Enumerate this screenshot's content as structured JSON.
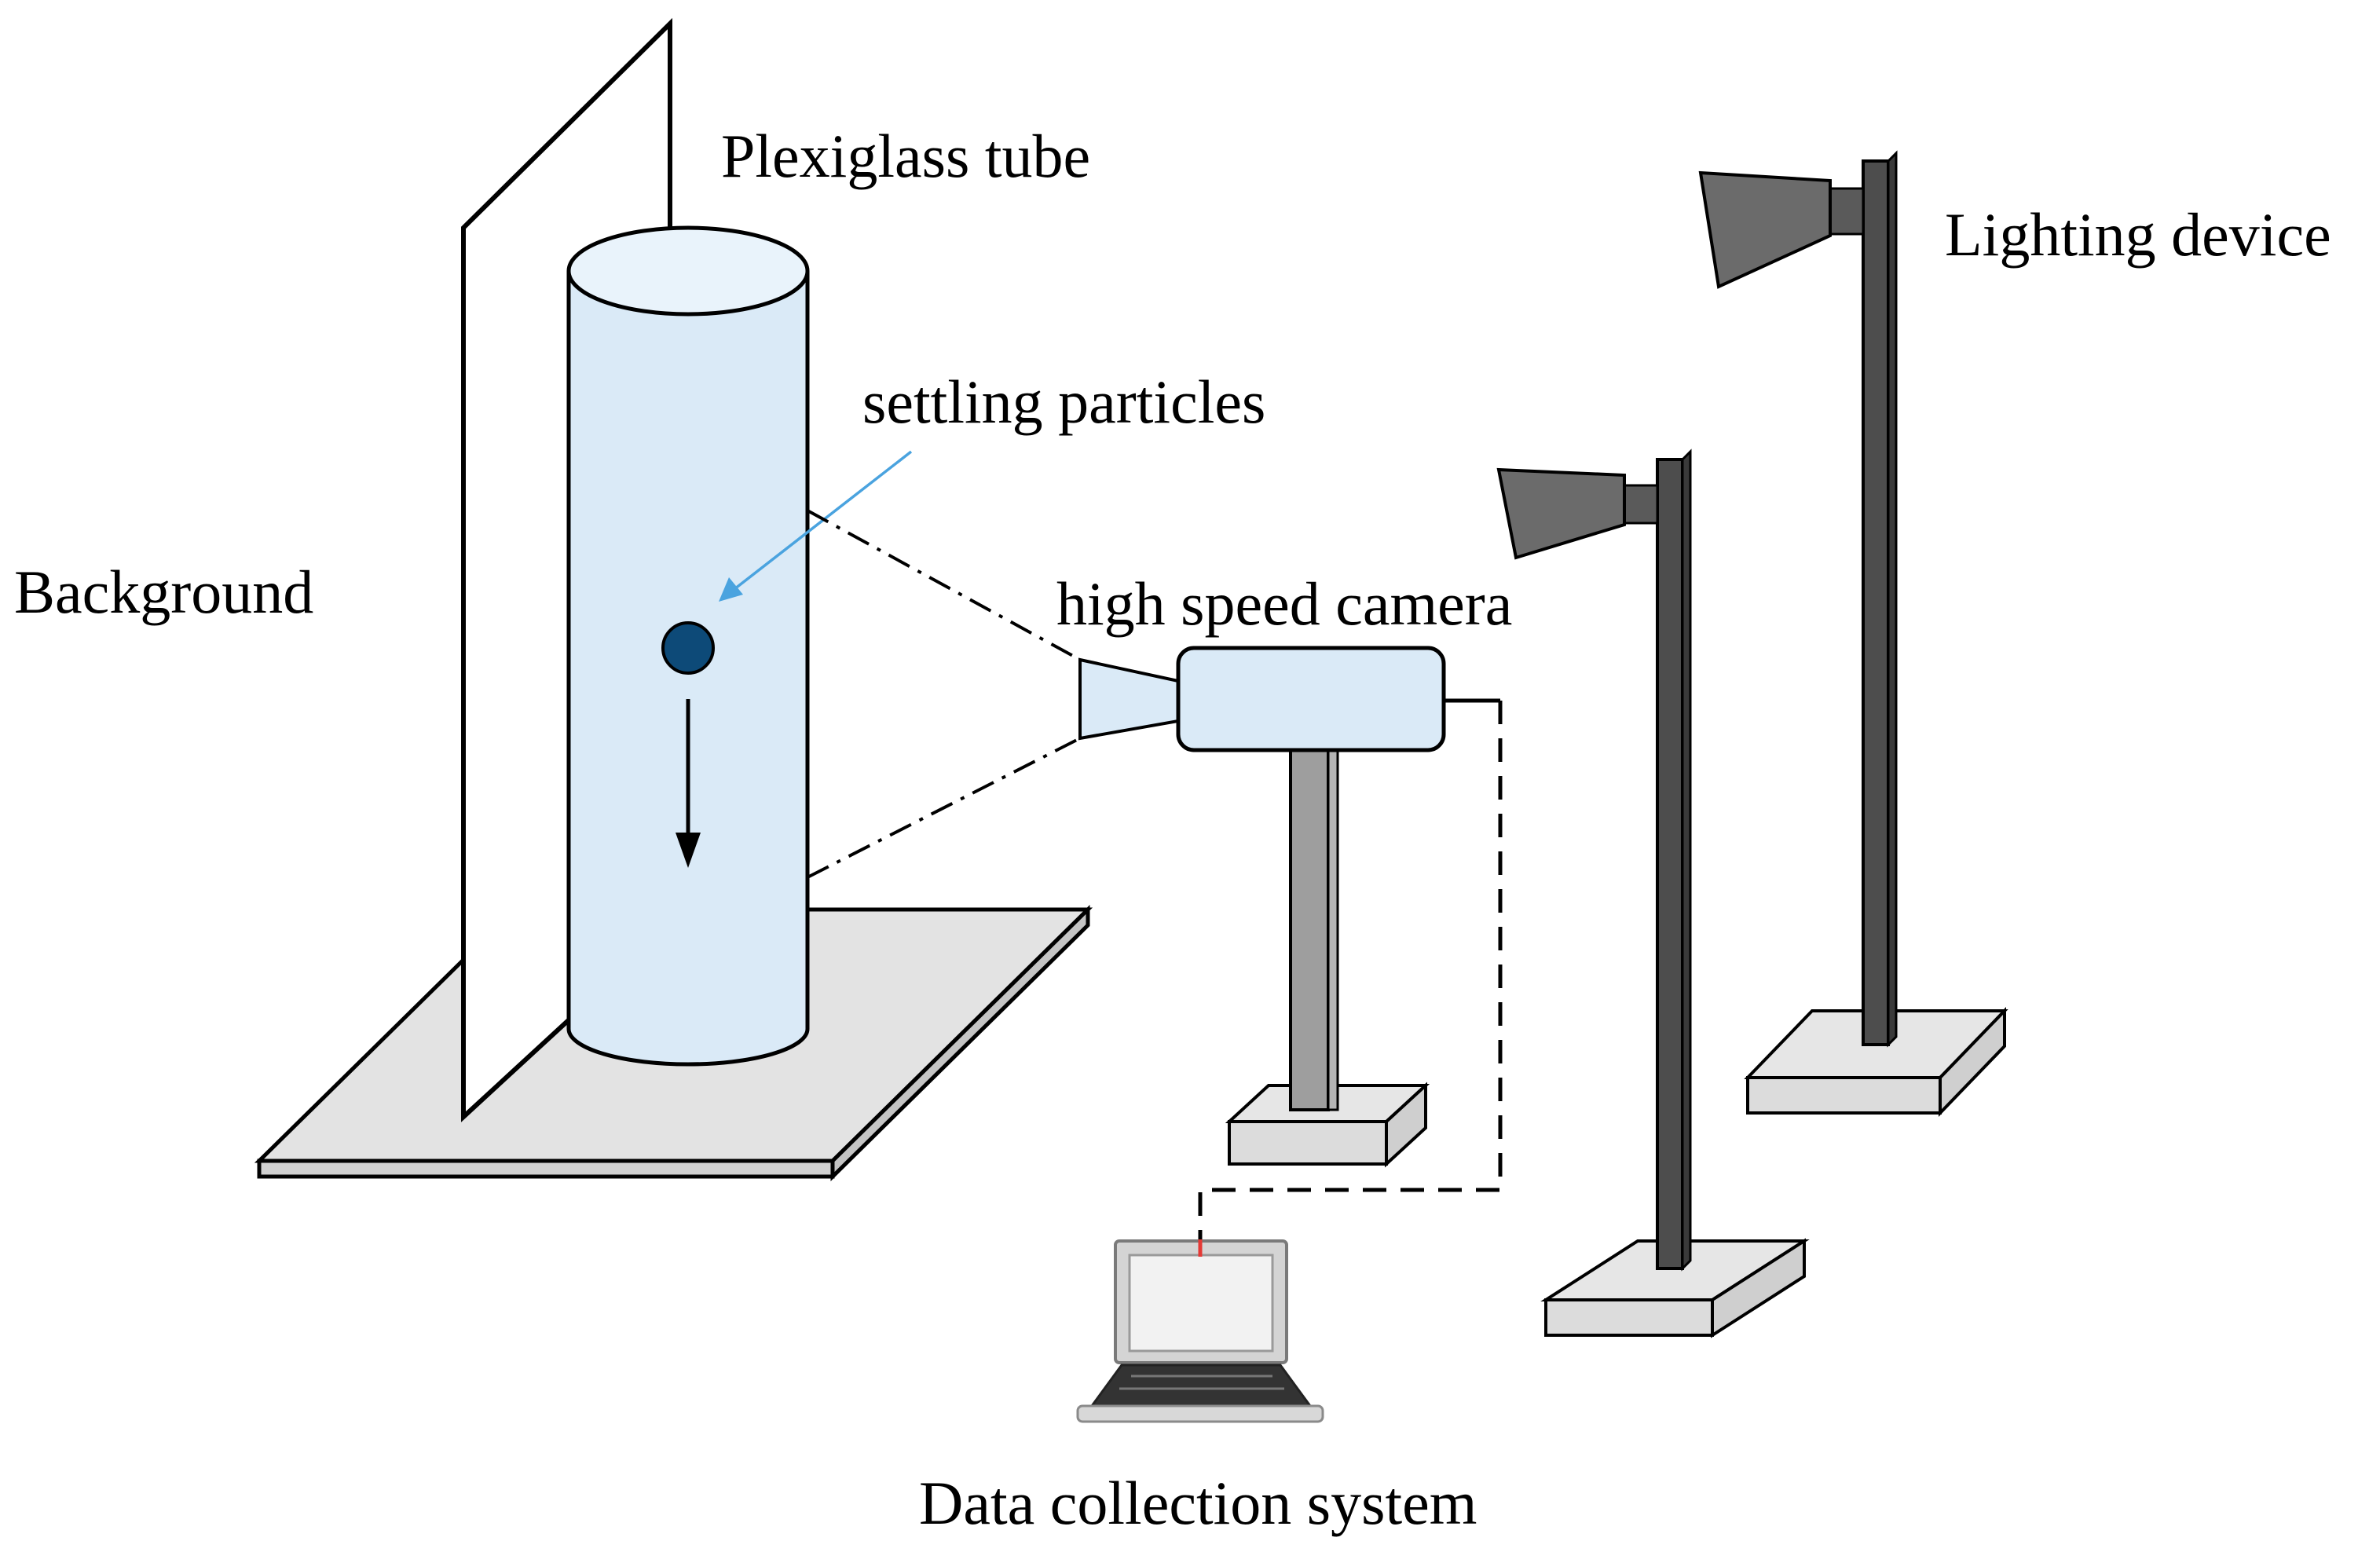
{
  "labels": {
    "tube": "Plexiglass tube",
    "lighting": "Lighting device",
    "particles": "settling particles",
    "background": "Background",
    "camera": "high speed camera",
    "data_system": "Data collection system"
  },
  "colors": {
    "tube_fill": "#daeaf7",
    "particle": "#0d4a78",
    "arrow_blue": "#4aa3df",
    "base_fill": "#e3e3e3",
    "camera_stand": "#9e9e9e",
    "lamp_pole": "#4d4d4d",
    "lamp_head": "#6b6b6b",
    "laptop_screen": "#f2f2f2",
    "laptop_body": "#d8d8d8",
    "cable_red": "#e53935"
  }
}
